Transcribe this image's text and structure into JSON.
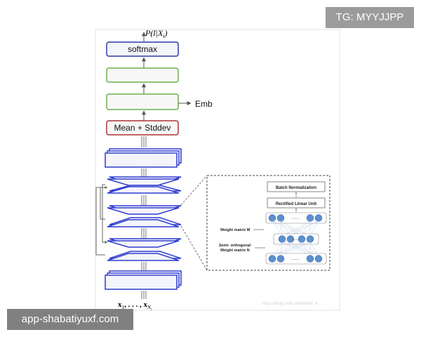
{
  "watermarks": {
    "top_right": "TG: MYYJJPP",
    "bottom_left": "app-shabatiyuxf.com",
    "faint_url": "https://blog.csdn.net/weixin_4..."
  },
  "main": {
    "output_label": "P(l|X",
    "output_sub": "i",
    "output_close": ")",
    "softmax": "softmax",
    "emb": "Emb",
    "pooling": "Mean + Stddev",
    "input_label": "x",
    "input_sub1": "1",
    "input_mid": ", . . . , x",
    "input_sub2": "N",
    "input_sub3": "i"
  },
  "inset": {
    "batch_norm": "Batch Normalization",
    "relu": "Rectified Linear Unit",
    "dots": "......",
    "weight_m": "Weight matrix M",
    "semi_line1": "Semi- orthogonal",
    "semi_line2": "Weight matrix N"
  },
  "colors": {
    "softmax_border": "#2d3aa8",
    "fc_border": "#6ab04c",
    "pool_border": "#b03030",
    "tdnn_border": "#2f3ccf",
    "node_fill": "#5b8fd0",
    "arrow": "#555555"
  }
}
